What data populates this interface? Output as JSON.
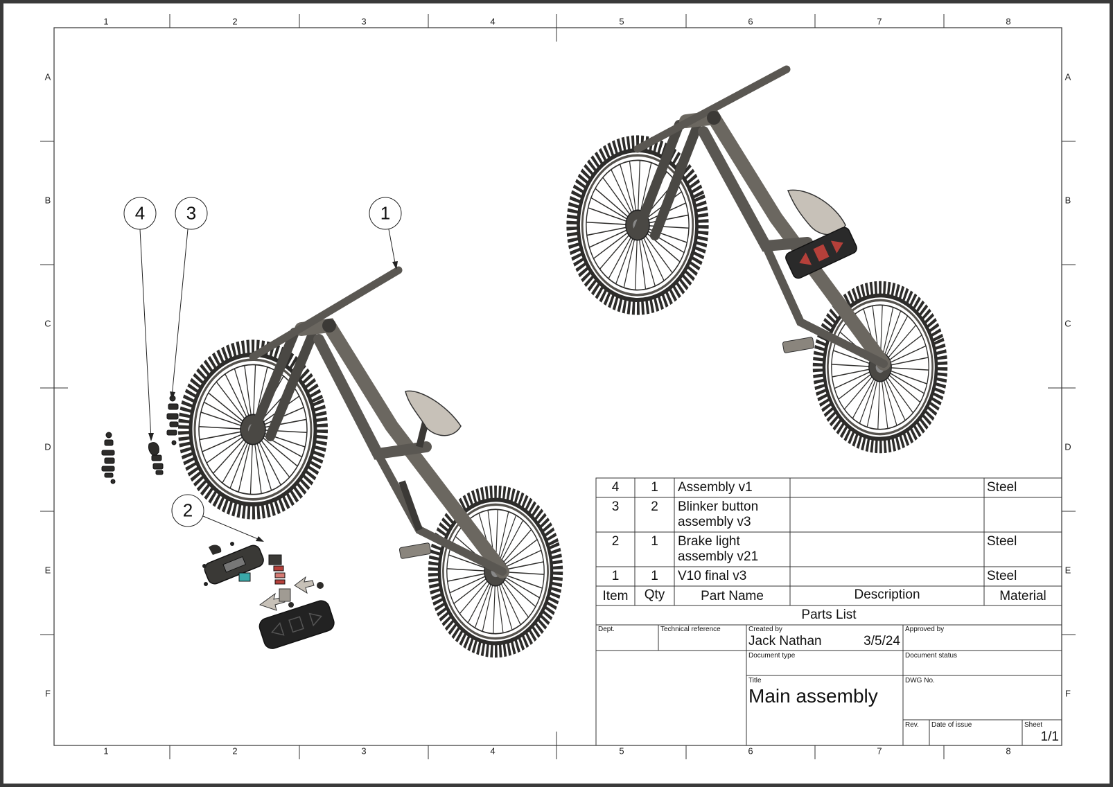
{
  "grid": {
    "columns": [
      "1",
      "2",
      "3",
      "4",
      "5",
      "6",
      "7",
      "8"
    ],
    "rows": [
      "A",
      "B",
      "C",
      "D",
      "E",
      "F"
    ]
  },
  "balloons": [
    "1",
    "2",
    "3",
    "4"
  ],
  "parts_list": {
    "title": "Parts List",
    "headers": {
      "item": "Item",
      "qty": "Qty",
      "part_name": "Part Name",
      "description": "Description",
      "material": "Material"
    },
    "rows": [
      {
        "item": "4",
        "qty": "1",
        "name1": "Assembly v1",
        "name2": "",
        "description": "",
        "material": "Steel"
      },
      {
        "item": "3",
        "qty": "2",
        "name1": "Blinker button",
        "name2": "assembly v3",
        "description": "",
        "material": ""
      },
      {
        "item": "2",
        "qty": "1",
        "name1": "Brake light",
        "name2": "assembly v21",
        "description": "",
        "material": "Steel"
      },
      {
        "item": "1",
        "qty": "1",
        "name1": "V10 final v3",
        "name2": "",
        "description": "",
        "material": "Steel"
      }
    ]
  },
  "title_block": {
    "dept_label": "Dept.",
    "tech_ref_label": "Technical reference",
    "created_by_label": "Created by",
    "created_by": "Jack Nathan",
    "created_date": "3/5/24",
    "approved_by_label": "Approved by",
    "doc_type_label": "Document type",
    "doc_status_label": "Document status",
    "title_label": "Title",
    "title": "Main assembly",
    "dwg_no_label": "DWG No.",
    "rev_label": "Rev.",
    "date_of_issue_label": "Date of issue",
    "sheet_label": "Sheet",
    "sheet": "1/1"
  },
  "colors": {
    "frame": "#6b6760",
    "frame_dark": "#3b3936",
    "tire": "#2d2c2a",
    "saddle": "#c7c1b8",
    "light_red": "#b5403a",
    "accent_teal": "#3aa8a8"
  }
}
